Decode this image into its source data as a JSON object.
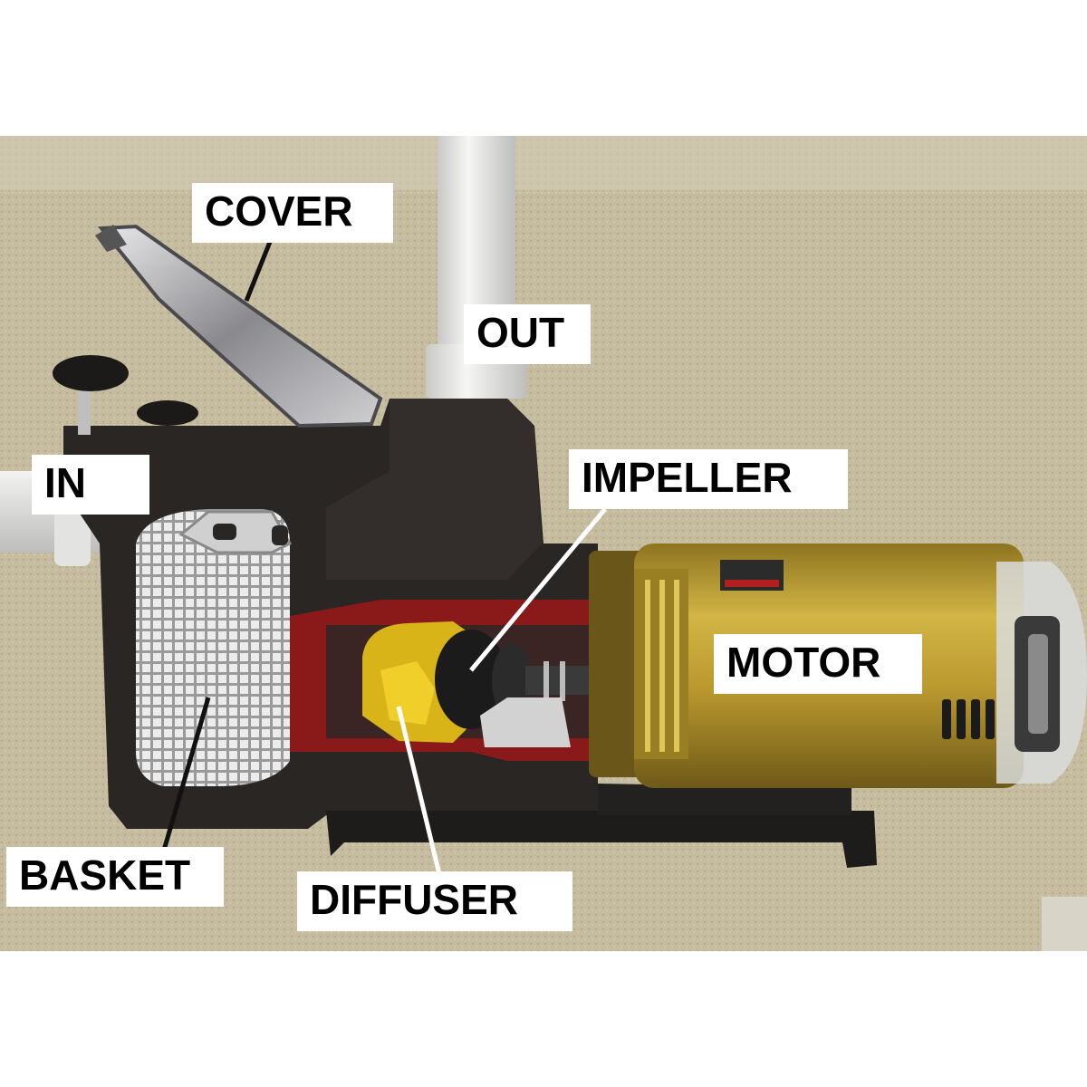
{
  "labels": {
    "cover": "COVER",
    "out": "OUT",
    "in": "IN",
    "impeller": "IMPELLER",
    "motor": "MOTOR",
    "basket": "BASKET",
    "diffuser": "DIFFUSER"
  },
  "colors": {
    "carpet": "#c9bfa4",
    "wall": "#d8d2c4",
    "pump_body": "#2a2624",
    "motor_gold": "#b9982e",
    "cutaway_red": "#8a1a1a",
    "diffuser_yellow": "#d8b418",
    "pipe_white": "#ececea",
    "basket_white": "#dcdcdc"
  }
}
